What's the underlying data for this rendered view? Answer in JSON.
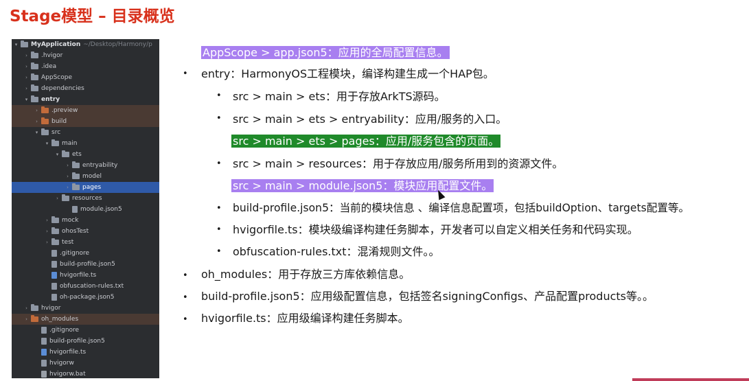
{
  "title": "Stage模型 – 目录概览",
  "tree": {
    "rows": [
      {
        "chev": "▾",
        "icon": "folder",
        "name": "MyApplication",
        "bold": true,
        "path": "~/Desktop/Harmony/p",
        "indent": 0
      },
      {
        "chev": "›",
        "icon": "folder",
        "name": ".hvigor",
        "indent": 1
      },
      {
        "chev": "›",
        "icon": "folder",
        "name": ".idea",
        "indent": 1
      },
      {
        "chev": "›",
        "icon": "folder",
        "name": "AppScope",
        "indent": 1
      },
      {
        "chev": "›",
        "icon": "folder",
        "name": "dependencies",
        "indent": 1
      },
      {
        "chev": "▾",
        "icon": "folder",
        "name": "entry",
        "bold": true,
        "indent": 1
      },
      {
        "chev": "›",
        "icon": "folder-orange",
        "name": ".preview",
        "indent": 2,
        "state": "excluded"
      },
      {
        "chev": "›",
        "icon": "folder-orange",
        "name": "build",
        "indent": 2,
        "state": "excluded"
      },
      {
        "chev": "▾",
        "icon": "folder",
        "name": "src",
        "indent": 2
      },
      {
        "chev": "▾",
        "icon": "folder",
        "name": "main",
        "indent": 3
      },
      {
        "chev": "▾",
        "icon": "folder",
        "name": "ets",
        "indent": 4
      },
      {
        "chev": "›",
        "icon": "folder",
        "name": "entryability",
        "indent": 5
      },
      {
        "chev": "›",
        "icon": "folder",
        "name": "model",
        "indent": 5
      },
      {
        "chev": "›",
        "icon": "folder",
        "name": "pages",
        "indent": 5,
        "state": "selected"
      },
      {
        "chev": "›",
        "icon": "folder",
        "name": "resources",
        "indent": 4
      },
      {
        "chev": "",
        "icon": "file",
        "name": "module.json5",
        "indent": 5
      },
      {
        "chev": "›",
        "icon": "folder",
        "name": "mock",
        "indent": 3
      },
      {
        "chev": "›",
        "icon": "folder",
        "name": "ohosTest",
        "indent": 3
      },
      {
        "chev": "›",
        "icon": "folder",
        "name": "test",
        "indent": 3
      },
      {
        "chev": "",
        "icon": "file",
        "name": ".gitignore",
        "indent": 3
      },
      {
        "chev": "",
        "icon": "file",
        "name": "build-profile.json5",
        "indent": 3
      },
      {
        "chev": "",
        "icon": "file-ts",
        "name": "hvigorfile.ts",
        "indent": 3
      },
      {
        "chev": "",
        "icon": "file",
        "name": "obfuscation-rules.txt",
        "indent": 3
      },
      {
        "chev": "",
        "icon": "file",
        "name": "oh-package.json5",
        "indent": 3
      },
      {
        "chev": "›",
        "icon": "folder",
        "name": "hvigor",
        "indent": 1
      },
      {
        "chev": "›",
        "icon": "folder-orange",
        "name": "oh_modules",
        "indent": 1,
        "state": "excluded"
      },
      {
        "chev": "",
        "icon": "file",
        "name": ".gitignore",
        "indent": 2
      },
      {
        "chev": "",
        "icon": "file",
        "name": "build-profile.json5",
        "indent": 2
      },
      {
        "chev": "",
        "icon": "file-ts",
        "name": "hvigorfile.ts",
        "indent": 2
      },
      {
        "chev": "",
        "icon": "file",
        "name": "hvigorw",
        "indent": 2
      },
      {
        "chev": "",
        "icon": "file-bat",
        "name": "hvigorw.bat",
        "indent": 2
      }
    ]
  },
  "content": {
    "appscope": "AppScope > app.json5：应用的全局配置信息。",
    "entry": "entry：HarmonyOS工程模块，编译构建生成一个HAP包。",
    "ets": "src > main > ets：用于存放ArkTS源码。",
    "entryability": "src > main > ets > entryability：应用/服务的入口。",
    "pages": "src > main > ets > pages：应用/服务包含的页面。",
    "resources": "src > main > resources：用于存放应用/服务所用到的资源文件。",
    "module": "src > main > module.json5：模块应用配置文件。",
    "build_profile_module": "build-profile.json5：当前的模块信息 、编译信息配置项，包括buildOption、targets配置等。",
    "hvigorfile_module": "hvigorfile.ts：模块级编译构建任务脚本，开发者可以自定义相关任务和代码实现。",
    "obfuscation": "obfuscation-rules.txt：混淆规则文件。。",
    "oh_modules": "oh_modules：用于存放三方库依赖信息。",
    "build_profile_app": "build-profile.json5：应用级配置信息，包括签名signingConfigs、产品配置products等。。",
    "hvigorfile_app": "hvigorfile.ts：应用级编译构建任务脚本。",
    "bullet": "•"
  },
  "colors": {
    "title": "#d8311c",
    "highlight_purple": "#a87ff0",
    "highlight_green": "#1f8a2a",
    "selected": "#2f5aa8"
  }
}
